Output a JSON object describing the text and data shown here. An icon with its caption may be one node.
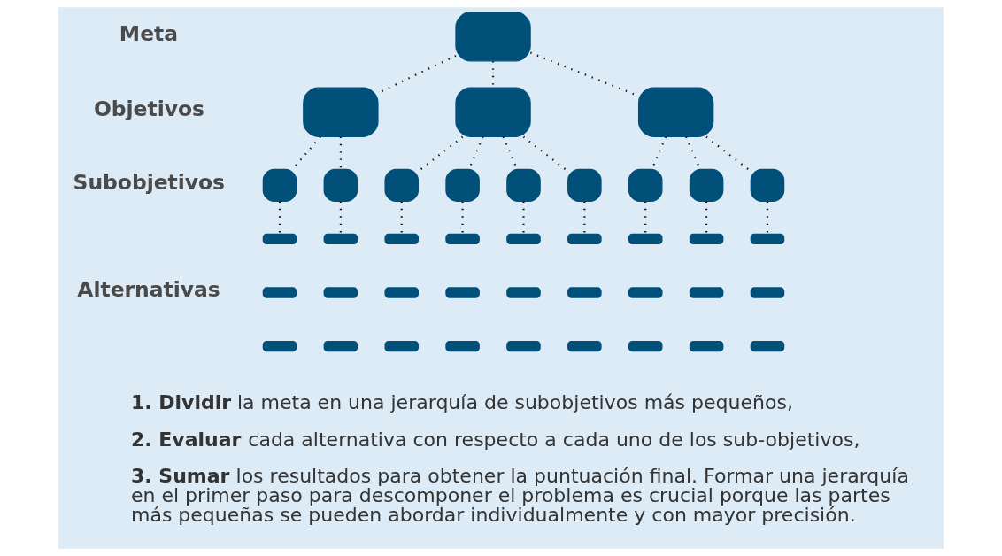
{
  "diagram": {
    "nodes": [
      {
        "text": [],
        "shape": "box"
      },
      {
        "text": [],
        "shape": "box"
      },
      {
        "text": [],
        "shape": "box"
      },
      {
        "text": [],
        "shape": "box"
      },
      {
        "text": [],
        "shape": "box"
      },
      {
        "text": [],
        "shape": "box"
      },
      {
        "text": [],
        "shape": "box"
      },
      {
        "text": [],
        "shape": "box"
      },
      {
        "text": [],
        "shape": "box"
      },
      {
        "text": [],
        "shape": "box"
      },
      {
        "text": [],
        "shape": "box"
      },
      {
        "text": [],
        "shape": "box"
      },
      {
        "text": [],
        "shape": "box"
      },
      {
        "text": [],
        "shape": "bar"
      },
      {
        "text": [],
        "shape": "bar"
      },
      {
        "text": [],
        "shape": "bar"
      },
      {
        "text": [],
        "shape": "bar"
      },
      {
        "text": [],
        "shape": "bar"
      },
      {
        "text": [],
        "shape": "bar"
      },
      {
        "text": [],
        "shape": "bar"
      },
      {
        "text": [],
        "shape": "bar"
      },
      {
        "text": [],
        "shape": "bar"
      },
      {
        "text": [],
        "shape": "bar"
      },
      {
        "text": [],
        "shape": "bar"
      },
      {
        "text": [],
        "shape": "bar"
      },
      {
        "text": [],
        "shape": "bar"
      },
      {
        "text": [],
        "shape": "bar"
      },
      {
        "text": [],
        "shape": "bar"
      },
      {
        "text": [],
        "shape": "bar"
      },
      {
        "text": [],
        "shape": "bar"
      },
      {
        "text": [],
        "shape": "bar"
      },
      {
        "text": [],
        "shape": "bar"
      },
      {
        "text": [],
        "shape": "bar"
      },
      {
        "text": [],
        "shape": "bar"
      },
      {
        "text": [],
        "shape": "bar"
      },
      {
        "text": [],
        "shape": "bar"
      },
      {
        "text": [],
        "shape": "bar"
      },
      {
        "text": [],
        "shape": "bar"
      },
      {
        "text": [],
        "shape": "bar"
      },
      {
        "text": [],
        "shape": "bar"
      }
    ],
    "edges": [
      {
        "from": 0,
        "to": 1,
        "arrow": "none"
      },
      {
        "from": 0,
        "to": 2,
        "arrow": "none"
      },
      {
        "from": 0,
        "to": 3,
        "arrow": "none"
      },
      {
        "from": 1,
        "to": 4,
        "arrow": "none"
      },
      {
        "from": 1,
        "to": 5,
        "arrow": "none"
      },
      {
        "from": 2,
        "to": 6,
        "arrow": "none"
      },
      {
        "from": 2,
        "to": 7,
        "arrow": "none"
      },
      {
        "from": 2,
        "to": 8,
        "arrow": "none"
      },
      {
        "from": 2,
        "to": 9,
        "arrow": "none"
      },
      {
        "from": 3,
        "to": 10,
        "arrow": "none"
      },
      {
        "from": 3,
        "to": 11,
        "arrow": "none"
      },
      {
        "from": 3,
        "to": 12,
        "arrow": "none"
      },
      {
        "from": 4,
        "to": 13,
        "arrow": "none"
      },
      {
        "from": 5,
        "to": 16,
        "arrow": "none"
      },
      {
        "from": 6,
        "to": 19,
        "arrow": "none"
      },
      {
        "from": 7,
        "to": 22,
        "arrow": "none"
      },
      {
        "from": 8,
        "to": 25,
        "arrow": "none"
      },
      {
        "from": 9,
        "to": 28,
        "arrow": "none"
      },
      {
        "from": 10,
        "to": 31,
        "arrow": "none"
      },
      {
        "from": 11,
        "to": 34,
        "arrow": "none"
      },
      {
        "from": 12,
        "to": 37,
        "arrow": "none"
      }
    ],
    "labels": [
      "Meta",
      "Objetivos",
      "Subobjetivos",
      "Alternativas",
      "**1. Dividir** la meta en una jerarquía de subobjetivos más pequeños,",
      "**2. Evaluar** cada alternativa con respecto a cada uno de los sub-objetivos,",
      "**3. Sumar** los resultados para obtener la puntuación final. Formar una jerarquía en el primer paso para descomponer el problema es crucial porque las partes más pequeñas se pueden abordar individualmente y con mayor precisión."
    ]
  }
}
